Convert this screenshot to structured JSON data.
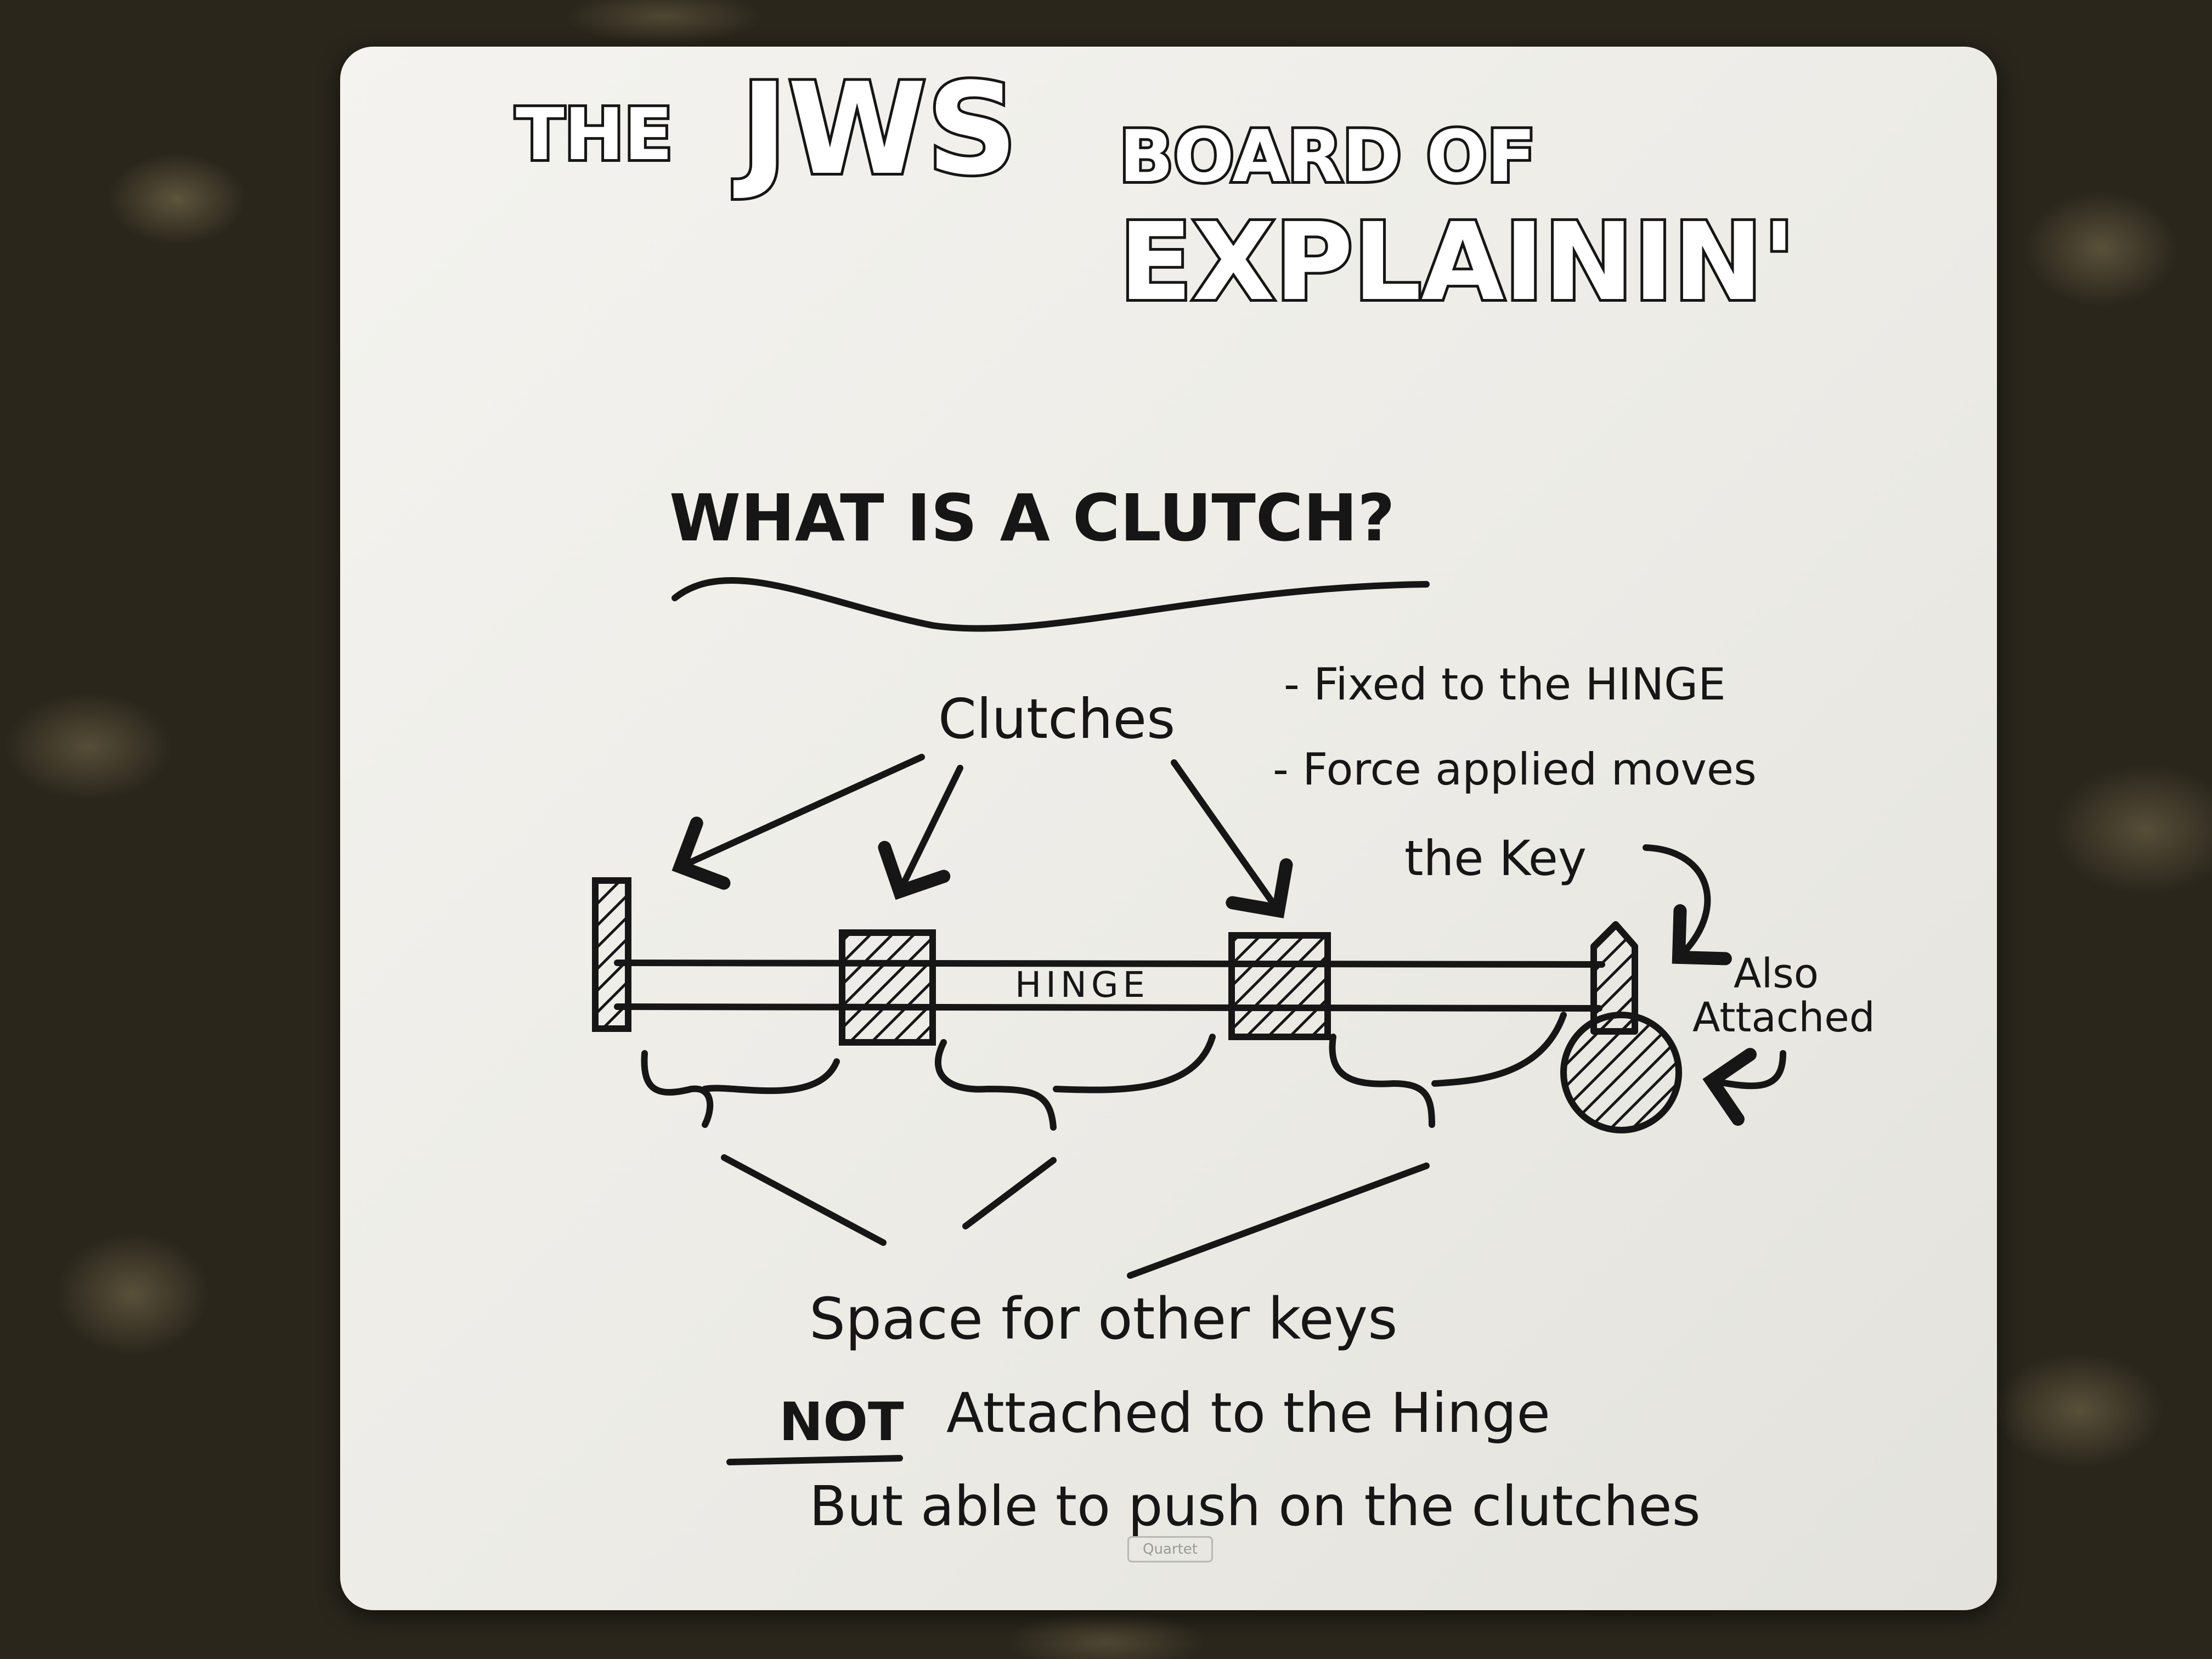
{
  "board": {
    "header": {
      "the": "THE",
      "jws": "JWS",
      "board_of": "BOARD OF",
      "explainin": "EXPLAININ'"
    },
    "question": "WHAT IS A CLUTCH?",
    "labels": {
      "clutches": "Clutches",
      "note1": "- Fixed to the HINGE",
      "note2": "- Force applied moves",
      "note3": "the Key",
      "hinge": "HINGE",
      "also": "Also",
      "attached": "Attached"
    },
    "bottom": {
      "line1": "Space for other keys",
      "line2_not": "NOT",
      "line2_rest": "Attached to the Hinge",
      "line3": "But able to push on the clutches"
    },
    "brand_label": "Quartet"
  }
}
